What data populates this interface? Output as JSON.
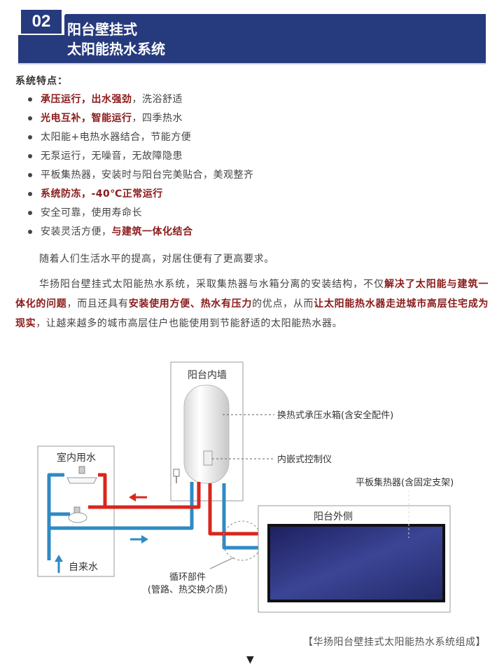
{
  "header": {
    "number": "02",
    "title_line1": "阳台壁挂式",
    "title_line2": "太阳能热水系统"
  },
  "features": {
    "heading": "系统特点：",
    "items": [
      {
        "hl": "承压运行，出水强劲",
        "plain_after": "，洗浴舒适"
      },
      {
        "hl": "光电互补，智能运行",
        "plain_after": "，四季热水"
      },
      {
        "plain_before": "太阳能+电热水器结合，节能方便"
      },
      {
        "plain_before": "无泵运行，无噪音，无故障隐患"
      },
      {
        "plain_before": "平板集热器，安装时与阳台完美贴合，美观整齐"
      },
      {
        "hl": "系统防冻，-40℃正常运行"
      },
      {
        "plain_before": "安全可靠，使用寿命长"
      },
      {
        "plain_before": "安装灵活方便，",
        "hl": "与建筑一体化结合"
      }
    ]
  },
  "paragraphs": {
    "p1": "随着人们生活水平的提高，对居住便有了更高要求。",
    "p2_a": "华扬阳台壁挂式太阳能热水系统，采取集热器与水箱分离的安装结构，不仅",
    "p2_b": "解决了太阳能与建筑一体化的问题",
    "p2_c": "，而且还具有",
    "p2_d": "安装使用方便、热水有压力",
    "p2_e": "的优点，从而",
    "p2_f": "让太阳能热水器走进城市高层住宅成为现实",
    "p2_g": "，让越来越多的城市高层住户也能使用到节能舒适的太阳能热水器。"
  },
  "diagram": {
    "inner_wall": "阳台内墙",
    "tank_label": "换热式承压水箱(含安全配件)",
    "controller_label": "内嵌式控制仪",
    "collector_label": "平板集热器(含固定支架)",
    "indoor_water": "室内用水",
    "outside": "阳台外侧",
    "tap_water": "自来水",
    "circulation_line1": "循环部件",
    "circulation_line2": "(管路、热交换介质)"
  },
  "caption": "【华扬阳台壁挂式太阳能热水系统组成】",
  "down_arrow": "▼",
  "colors": {
    "banner": "#263a7e",
    "highlight": "#8b1a1a",
    "hot_pipe": "#d9261c",
    "cold_pipe": "#2f8ac4",
    "collector_panel": "#2b3278"
  }
}
